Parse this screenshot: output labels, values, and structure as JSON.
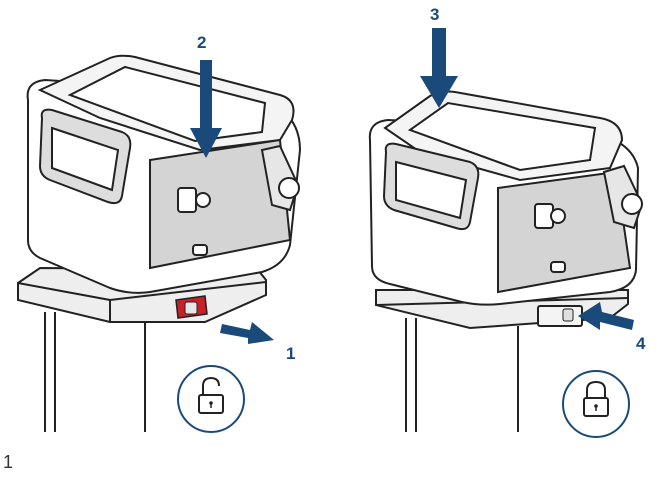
{
  "figure": {
    "number": "1",
    "steps": {
      "step1": "1",
      "step2": "2",
      "step3": "3",
      "step4": "4"
    },
    "icons": {
      "left": "unlocked-padlock-icon",
      "right": "locked-padlock-icon"
    },
    "colors": {
      "arrow": "#1a4a7a",
      "icon_circle": "#1a4a7a",
      "latch_red": "#c8202b",
      "device_gray": "#d4d4d4",
      "outline": "#222222"
    }
  }
}
